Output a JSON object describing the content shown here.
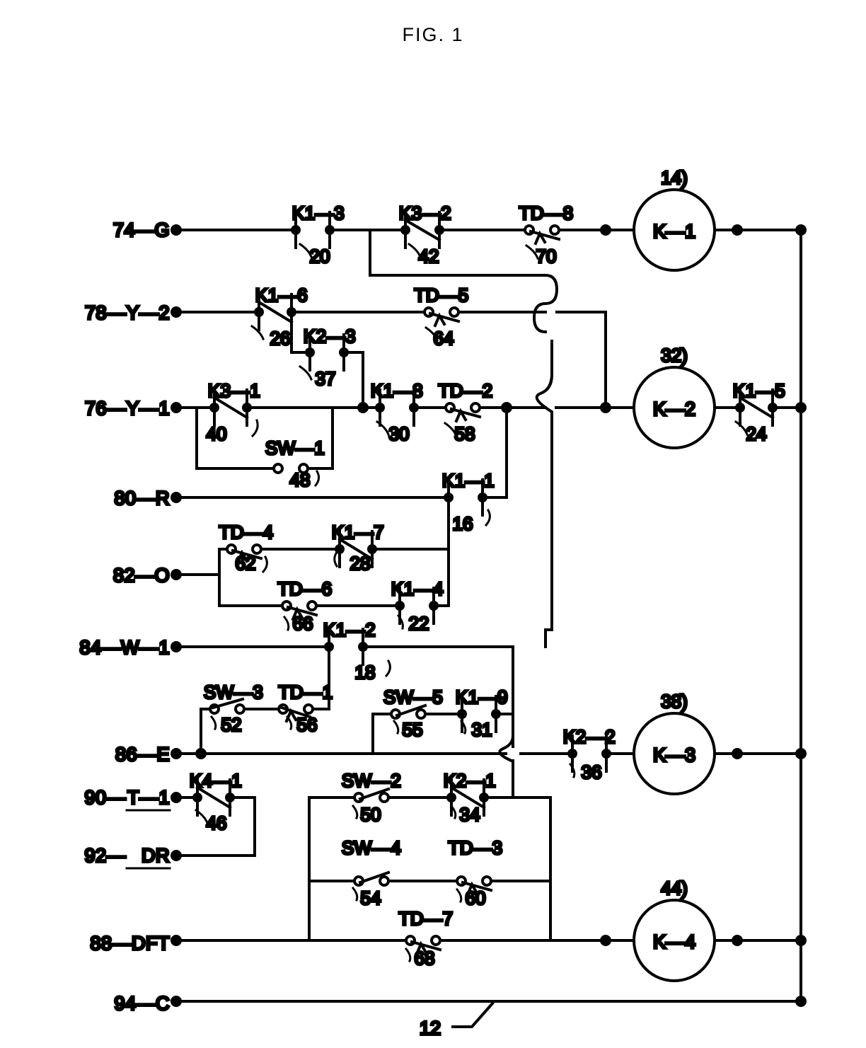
{
  "figure": {
    "title": "FIG. 1",
    "assembly_ref": "12"
  },
  "terminals": [
    {
      "id": "t74",
      "label": "74—G",
      "underline": false
    },
    {
      "id": "t78",
      "label": "78—Y—2",
      "underline": false
    },
    {
      "id": "t76",
      "label": "76—Y—1",
      "underline": false
    },
    {
      "id": "t80",
      "label": "80—R",
      "underline": false
    },
    {
      "id": "t82",
      "label": "82—O",
      "underline": false
    },
    {
      "id": "t84",
      "label": "84—W—1",
      "underline": false
    },
    {
      "id": "t86",
      "label": "86—E",
      "underline": false
    },
    {
      "id": "t90",
      "label": "90—",
      "underline_text": "T—1",
      "underline": true
    },
    {
      "id": "t92",
      "label": "92—",
      "underline_text": "DR",
      "underline": true
    },
    {
      "id": "t88",
      "label": "88—DFT",
      "underline": false
    },
    {
      "id": "t94",
      "label": "94—C",
      "underline": false
    }
  ],
  "coils": [
    {
      "id": "k1",
      "label": "K—1",
      "ref": "14)"
    },
    {
      "id": "k2",
      "label": "K—2",
      "ref": "32)"
    },
    {
      "id": "k3",
      "label": "K—3",
      "ref": "38)"
    },
    {
      "id": "k4",
      "label": "K—4",
      "ref": "44)"
    }
  ],
  "contacts": [
    {
      "id": "c20",
      "label": "K1—3",
      "ref": "20",
      "type": "no"
    },
    {
      "id": "c42",
      "label": "K3—2",
      "ref": "42",
      "type": "nc"
    },
    {
      "id": "c70",
      "label": "TD—8",
      "ref": "70",
      "type": "td"
    },
    {
      "id": "c26",
      "label": "K1—6",
      "ref": "26",
      "type": "nc"
    },
    {
      "id": "c64",
      "label": "TD—5",
      "ref": "64",
      "type": "td"
    },
    {
      "id": "c37",
      "label": "K2—3",
      "ref": "37",
      "type": "no"
    },
    {
      "id": "c40",
      "label": "K3—1",
      "ref": "40",
      "type": "nc"
    },
    {
      "id": "c48",
      "label": "SW—1",
      "ref": "48",
      "type": "sw-flat"
    },
    {
      "id": "c30",
      "label": "K1—8",
      "ref": "30",
      "type": "no"
    },
    {
      "id": "c58",
      "label": "TD—2",
      "ref": "58",
      "type": "td"
    },
    {
      "id": "c24",
      "label": "K1—5",
      "ref": "24",
      "type": "nc"
    },
    {
      "id": "c16",
      "label": "K1—1",
      "ref": "16",
      "type": "no"
    },
    {
      "id": "c62",
      "label": "TD—4",
      "ref": "62",
      "type": "td"
    },
    {
      "id": "c28",
      "label": "K1—7",
      "ref": "28",
      "type": "nc"
    },
    {
      "id": "c66",
      "label": "TD—6",
      "ref": "66",
      "type": "td"
    },
    {
      "id": "c22",
      "label": "K1—4",
      "ref": "22",
      "type": "no"
    },
    {
      "id": "c18",
      "label": "K1—2",
      "ref": "18",
      "type": "no"
    },
    {
      "id": "c52",
      "label": "SW—3",
      "ref": "52",
      "type": "sw"
    },
    {
      "id": "c56",
      "label": "TD—1",
      "ref": "56",
      "type": "td"
    },
    {
      "id": "c55",
      "label": "SW—5",
      "ref": "55",
      "type": "sw"
    },
    {
      "id": "c31",
      "label": "K1—9",
      "ref": "31",
      "type": "no"
    },
    {
      "id": "c36",
      "label": "K2—2",
      "ref": "36",
      "type": "no"
    },
    {
      "id": "c46",
      "label": "K4—1",
      "ref": "46",
      "type": "nc"
    },
    {
      "id": "c50",
      "label": "SW—2",
      "ref": "50",
      "type": "sw"
    },
    {
      "id": "c34",
      "label": "K2—1",
      "ref": "34",
      "type": "nc"
    },
    {
      "id": "c54",
      "label": "SW—4",
      "ref": "54",
      "type": "sw"
    },
    {
      "id": "c60",
      "label": "TD—3",
      "ref": "60",
      "type": "td"
    },
    {
      "id": "c68",
      "label": "TD—7",
      "ref": "68",
      "type": "td"
    }
  ],
  "colors": {
    "line": "#000000",
    "background": "#ffffff"
  }
}
